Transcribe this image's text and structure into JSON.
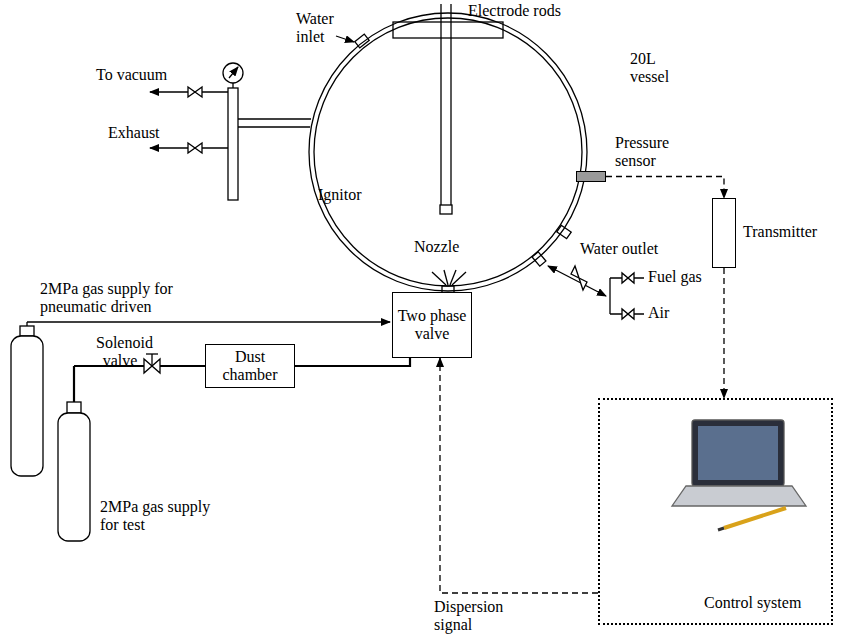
{
  "diagram": {
    "nodes": [
      {
        "text": [
          "20L vessel"
        ]
      },
      {
        "text": [
          "Pressure sensor"
        ]
      },
      {
        "text": [
          "Transmitter"
        ]
      },
      {
        "text": [
          "Two phase valve"
        ]
      },
      {
        "text": [
          "Dust chamber"
        ]
      },
      {
        "text": [
          "Control system"
        ]
      }
    ],
    "edges": [
      {
        "from": 1,
        "to": 2,
        "arrow": "to"
      },
      {
        "from": 2,
        "to": 5,
        "arrow": "to"
      },
      {
        "from": 5,
        "to": 3,
        "label": "Dispersion signal",
        "arrow": "to"
      },
      {
        "from": 4,
        "to": 3,
        "arrow": "none"
      }
    ],
    "labels": [
      "Electrode rods",
      "Water inlet",
      "To vacuum",
      "Exhaust",
      "Ignitor",
      "Nozzle",
      "Water outlet",
      "2MPa gas supply for pneumatic driven",
      "Fuel gas",
      "Air",
      "Solenoid valve",
      "2MPa gas supply for test"
    ]
  }
}
